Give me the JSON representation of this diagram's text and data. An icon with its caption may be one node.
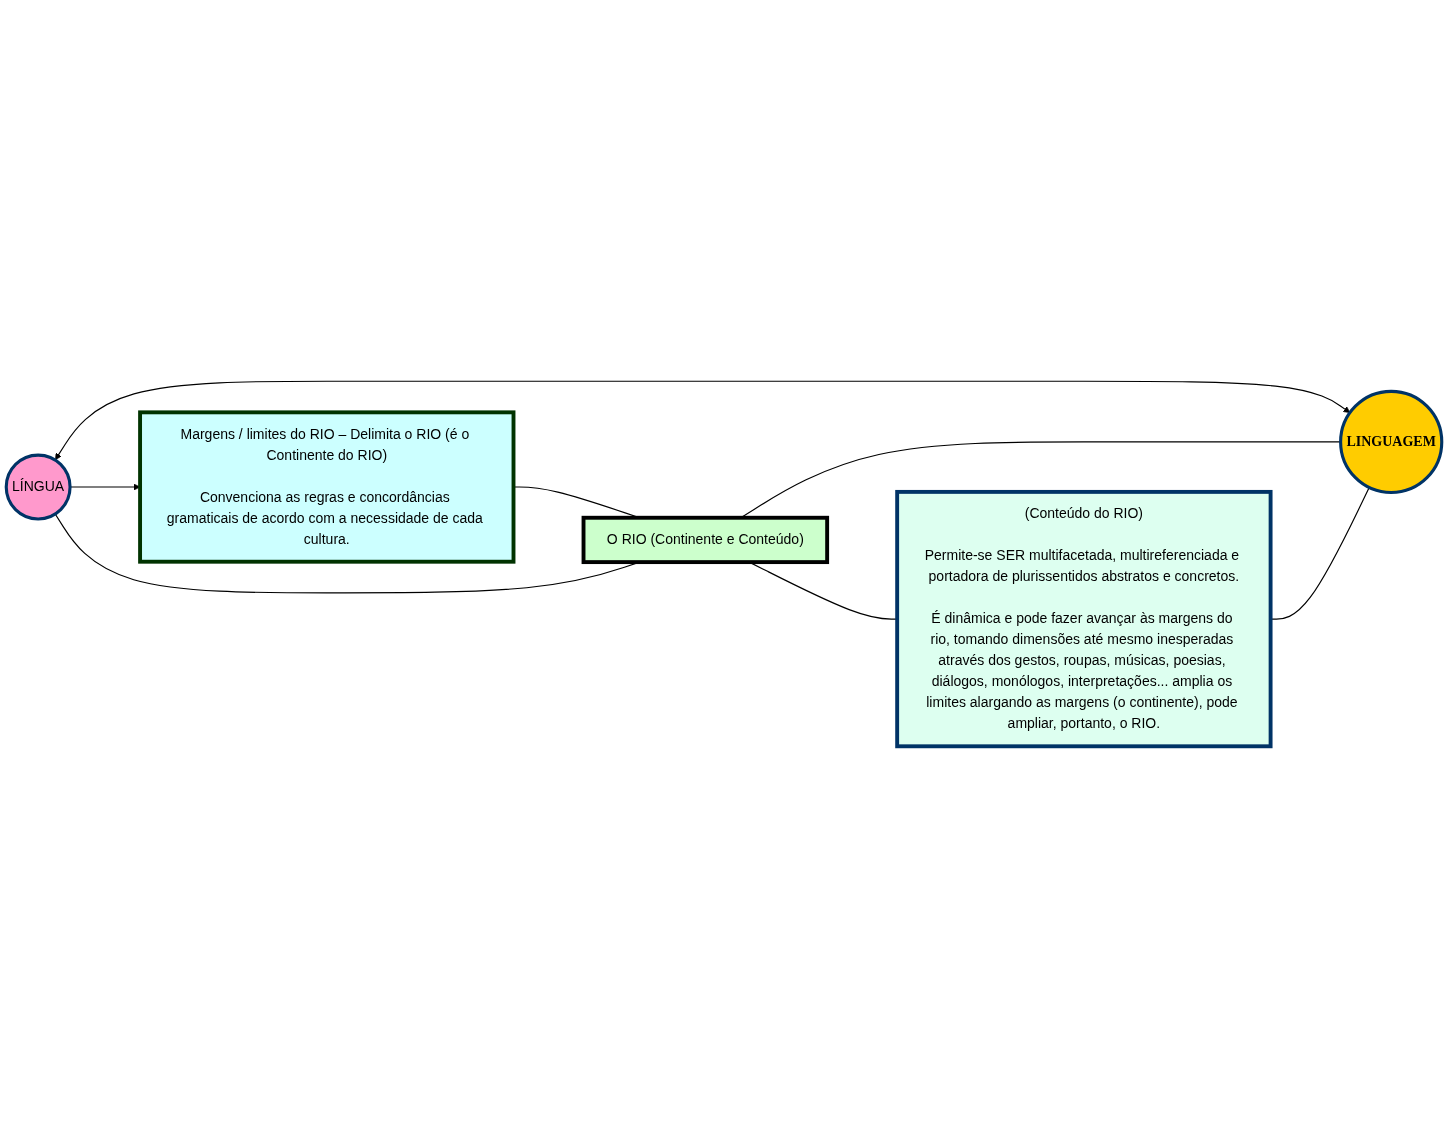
{
  "diagram": {
    "nodes": [
      {
        "text": [
          "LÍNGUA"
        ]
      },
      {
        "text": [
          "Margens / limites do RIO – Delimita o RIO (é o Continente do RIO)",
          "Convenciona as regras e concordâncias gramaticais de acordo com a necessidade de cada cultura."
        ]
      },
      {
        "text": [
          "O RIO (Continente e Conteúdo)"
        ]
      },
      {
        "text": [
          "(Conteúdo do RIO)",
          "Permite-se SER multifacetada, multireferenciada e portadora de plurissentidos abstratos e concretos.",
          "É dinâmica e pode fazer avançar às margens do rio, tomando dimensões até mesmo inesperadas através dos gestos, roupas, músicas, poesias, diálogos, monólogos, interpretações... amplia os limites alargando as margens (o continente), pode ampliar, portanto, o RIO."
        ]
      },
      {
        "text": [
          "LINGUAGEM"
        ]
      }
    ],
    "edges": [
      {
        "from": 0,
        "to": 1,
        "arrow": "to"
      },
      {
        "from": 1,
        "to": 2,
        "arrow": "none"
      },
      {
        "from": 0,
        "to": 2,
        "arrow": "none"
      },
      {
        "from": 2,
        "to": 3,
        "arrow": "none"
      },
      {
        "from": 0,
        "to": 4,
        "arrow": "both"
      },
      {
        "from": 2,
        "to": 4,
        "arrow": "none"
      },
      {
        "from": 3,
        "to": 4,
        "arrow": "none"
      }
    ]
  }
}
